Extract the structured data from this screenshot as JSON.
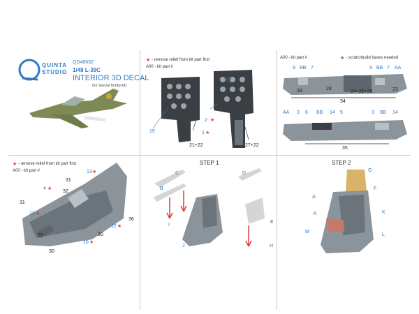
{
  "brand": {
    "line1": "QUINTA",
    "line2": "STUDIO"
  },
  "product": {
    "code": "QD48632",
    "scale_model": "1/48 L-39C",
    "title": "INTERIOR 3D DECAL",
    "note": "(for Special Hobby kit)"
  },
  "legend": {
    "remove_relief": "- remove relief from kit part first",
    "kit_part": "A00 - kit part #",
    "scratchbuild": "- scratchbuild bases needed",
    "kit_part_short": "A00 - kit part #"
  },
  "panel_instruments": {
    "labels": [
      "15",
      "2",
      "15",
      "1",
      "21+22",
      "27+22"
    ]
  },
  "panel_consoles": {
    "labels_top": [
      "9",
      "BB",
      "7",
      "9",
      "BB",
      "7",
      "AA",
      "33",
      "28",
      "24+25+26",
      "23",
      "34"
    ],
    "labels_bottom": [
      "AA",
      "3",
      "6",
      "BB",
      "14",
      "5",
      "3",
      "BB",
      "14",
      "35"
    ]
  },
  "panel_tub": {
    "labels": [
      "13",
      "31",
      "4",
      "32",
      "31",
      "11",
      "36",
      "12",
      "29",
      "30",
      "10",
      "30"
    ]
  },
  "step1": {
    "title": "STEP 1",
    "labels": [
      "C",
      "B",
      "I",
      "J",
      "D",
      "E",
      "H"
    ]
  },
  "step2": {
    "title": "STEP 2",
    "labels": [
      "G",
      "F",
      "A",
      "K",
      "K",
      "M",
      "L"
    ]
  },
  "colors": {
    "accent_blue": "#2e7bc4",
    "red_star": "#e23b3b",
    "grey_part": "#8c949b",
    "seat_cushion": "#d9b368"
  }
}
